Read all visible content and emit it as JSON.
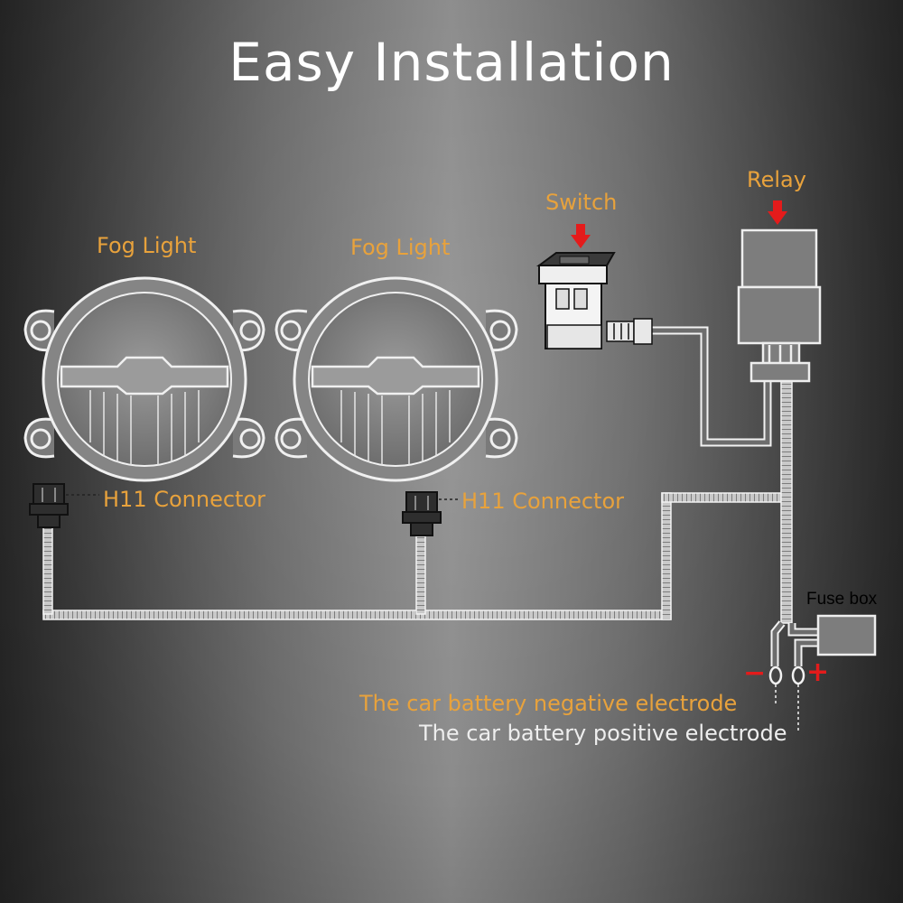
{
  "title": "Easy Installation",
  "labels": {
    "fog_light_left": "Fog Light",
    "fog_light_right": "Fog Light",
    "switch": "Switch",
    "relay": "Relay",
    "h11_connector_left": "H11 Connector",
    "h11_connector_right": "H11 Connector",
    "fuse_box": "Fuse box",
    "negative_sign": "−",
    "positive_sign": "+",
    "battery_negative": "The car battery negative electrode",
    "battery_positive": "The car battery positive electrode"
  },
  "colors": {
    "label_orange": "#e8a23c",
    "title_white": "#ffffff",
    "arrow_red": "#e41b1b",
    "wire_light": "#f2f2f2"
  }
}
